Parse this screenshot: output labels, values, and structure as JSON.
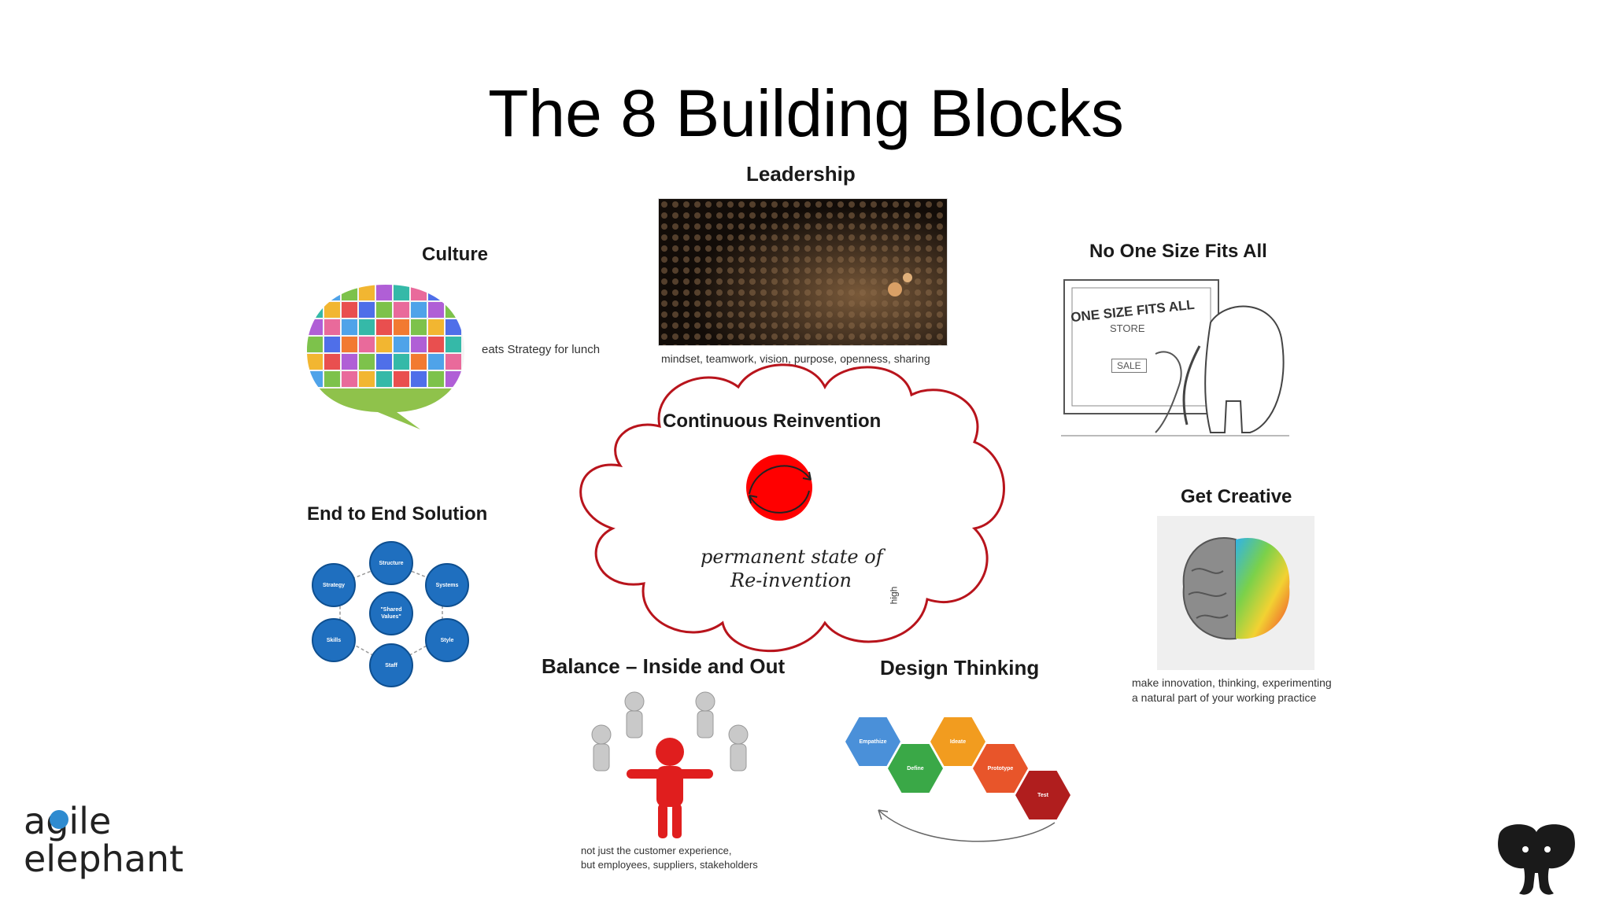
{
  "slide": {
    "title": "The 8 Building Blocks"
  },
  "blocks": {
    "leadership": {
      "label": "Leadership",
      "caption": "mindset, teamwork, vision, purpose, openness, sharing"
    },
    "culture": {
      "label": "Culture",
      "caption": "eats Strategy for lunch"
    },
    "no_one_size": {
      "label": "No One Size Fits All",
      "sign_line1": "ONE SIZE FITS ALL",
      "sign_line2": "STORE",
      "sign_line3": "SALE"
    },
    "continuous_reinvention": {
      "label": "Continuous Reinvention",
      "note_line1": "permanent state of",
      "note_line2": "Re-invention",
      "note_side": "high"
    },
    "end_to_end": {
      "label": "End to End Solution",
      "nodes": [
        "Structure",
        "Systems",
        "Style",
        "Staff",
        "Skills",
        "Strategy"
      ],
      "center": "\"Shared Values\""
    },
    "get_creative": {
      "label": "Get Creative",
      "caption_line1": "make innovation, thinking, experimenting",
      "caption_line2": "a natural part of your working practice"
    },
    "balance": {
      "label": "Balance – Inside and Out",
      "caption_line1": "not just the customer experience,",
      "caption_line2": "but employees, suppliers, stakeholders"
    },
    "design_thinking": {
      "label": "Design Thinking",
      "hexes": [
        "Empathize",
        "Define",
        "Ideate",
        "Prototype",
        "Test"
      ]
    }
  },
  "branding": {
    "logo_line1": "agile",
    "logo_line2": "elephant"
  },
  "colors": {
    "cloud_outline": "#b8141c",
    "reinvention_circle": "#ff0000",
    "node_blue": "#1f6fbf",
    "hex_colors": [
      "#4a90d9",
      "#3aa847",
      "#f29c1f",
      "#e8552a",
      "#b01e1e"
    ],
    "logo_dot": "#2e8bd0"
  }
}
